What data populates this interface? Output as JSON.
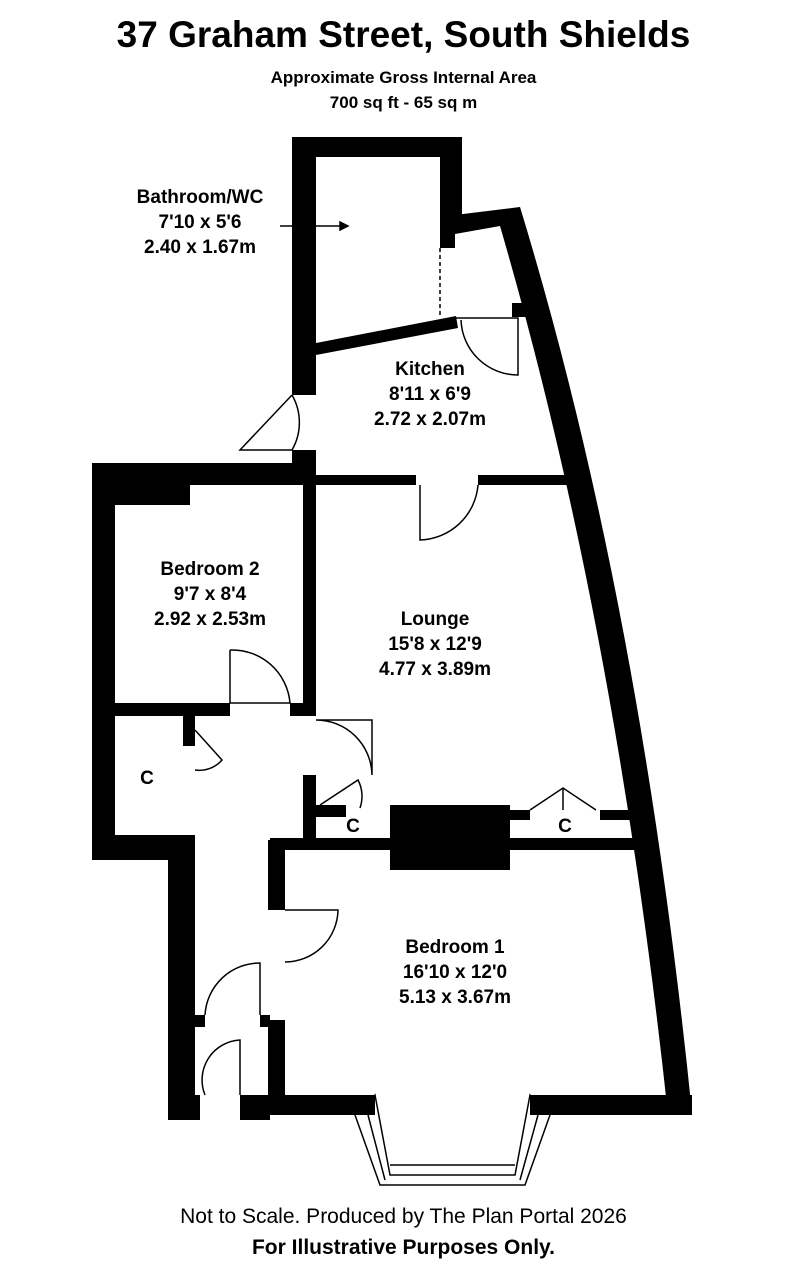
{
  "header": {
    "title": "37 Graham Street, South Shields",
    "subtitle": "Approximate Gross Internal Area",
    "area": "700 sq ft - 65 sq m"
  },
  "rooms": [
    {
      "name": "Bathroom/WC",
      "imperial": "7'10 x 5'6",
      "metric": "2.40 x 1.67m"
    },
    {
      "name": "Kitchen",
      "imperial": "8'11 x 6'9",
      "metric": "2.72 x 2.07m"
    },
    {
      "name": "Bedroom 2",
      "imperial": "9'7 x 8'4",
      "metric": "2.92 x 2.53m"
    },
    {
      "name": "Lounge",
      "imperial": "15'8 x 12'9",
      "metric": "4.77 x 3.89m"
    },
    {
      "name": "Bedroom 1",
      "imperial": "16'10 x 12'0",
      "metric": "5.13 x 3.67m"
    }
  ],
  "cupboards": [
    "C",
    "C",
    "C"
  ],
  "footer": {
    "disclaimer": "Not to Scale. Produced by The Plan Portal 2026",
    "note": "For Illustrative Purposes Only."
  }
}
